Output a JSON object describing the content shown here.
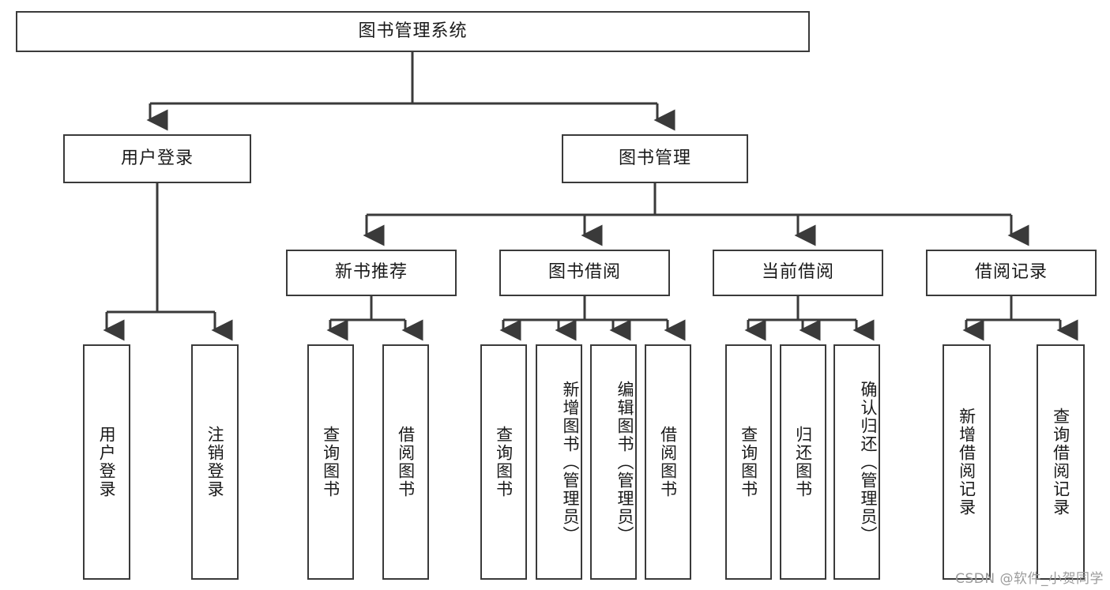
{
  "diagram": {
    "title_node": {
      "label": "图书管理系统"
    },
    "level2": [
      {
        "label": "用户登录"
      },
      {
        "label": "图书管理"
      }
    ],
    "level3": [
      {
        "label": "新书推荐"
      },
      {
        "label": "图书借阅"
      },
      {
        "label": "当前借阅"
      },
      {
        "label": "借阅记录"
      }
    ],
    "leaves": {
      "user_login": [
        {
          "label": "用户登录"
        },
        {
          "label": "注销登录"
        }
      ],
      "new_book_recommend": [
        {
          "label": "查询图书"
        },
        {
          "label": "借阅图书"
        }
      ],
      "book_borrow": [
        {
          "label": "查询图书"
        },
        {
          "label": "新增图书（管理员）"
        },
        {
          "label": "编辑图书（管理员）"
        },
        {
          "label": "借阅图书"
        }
      ],
      "current_borrow": [
        {
          "label": "查询图书"
        },
        {
          "label": "归还图书"
        },
        {
          "label": "确认归还（管理员）"
        }
      ],
      "borrow_record": [
        {
          "label": "新增借阅记录"
        },
        {
          "label": "查询借阅记录"
        }
      ]
    }
  },
  "watermark": {
    "text": "CSDN @软件_小贺同学"
  },
  "colors": {
    "stroke": "#3a3a3a",
    "background": "#ffffff",
    "text": "#1a1a1a",
    "watermark": "#9b9b9b"
  }
}
